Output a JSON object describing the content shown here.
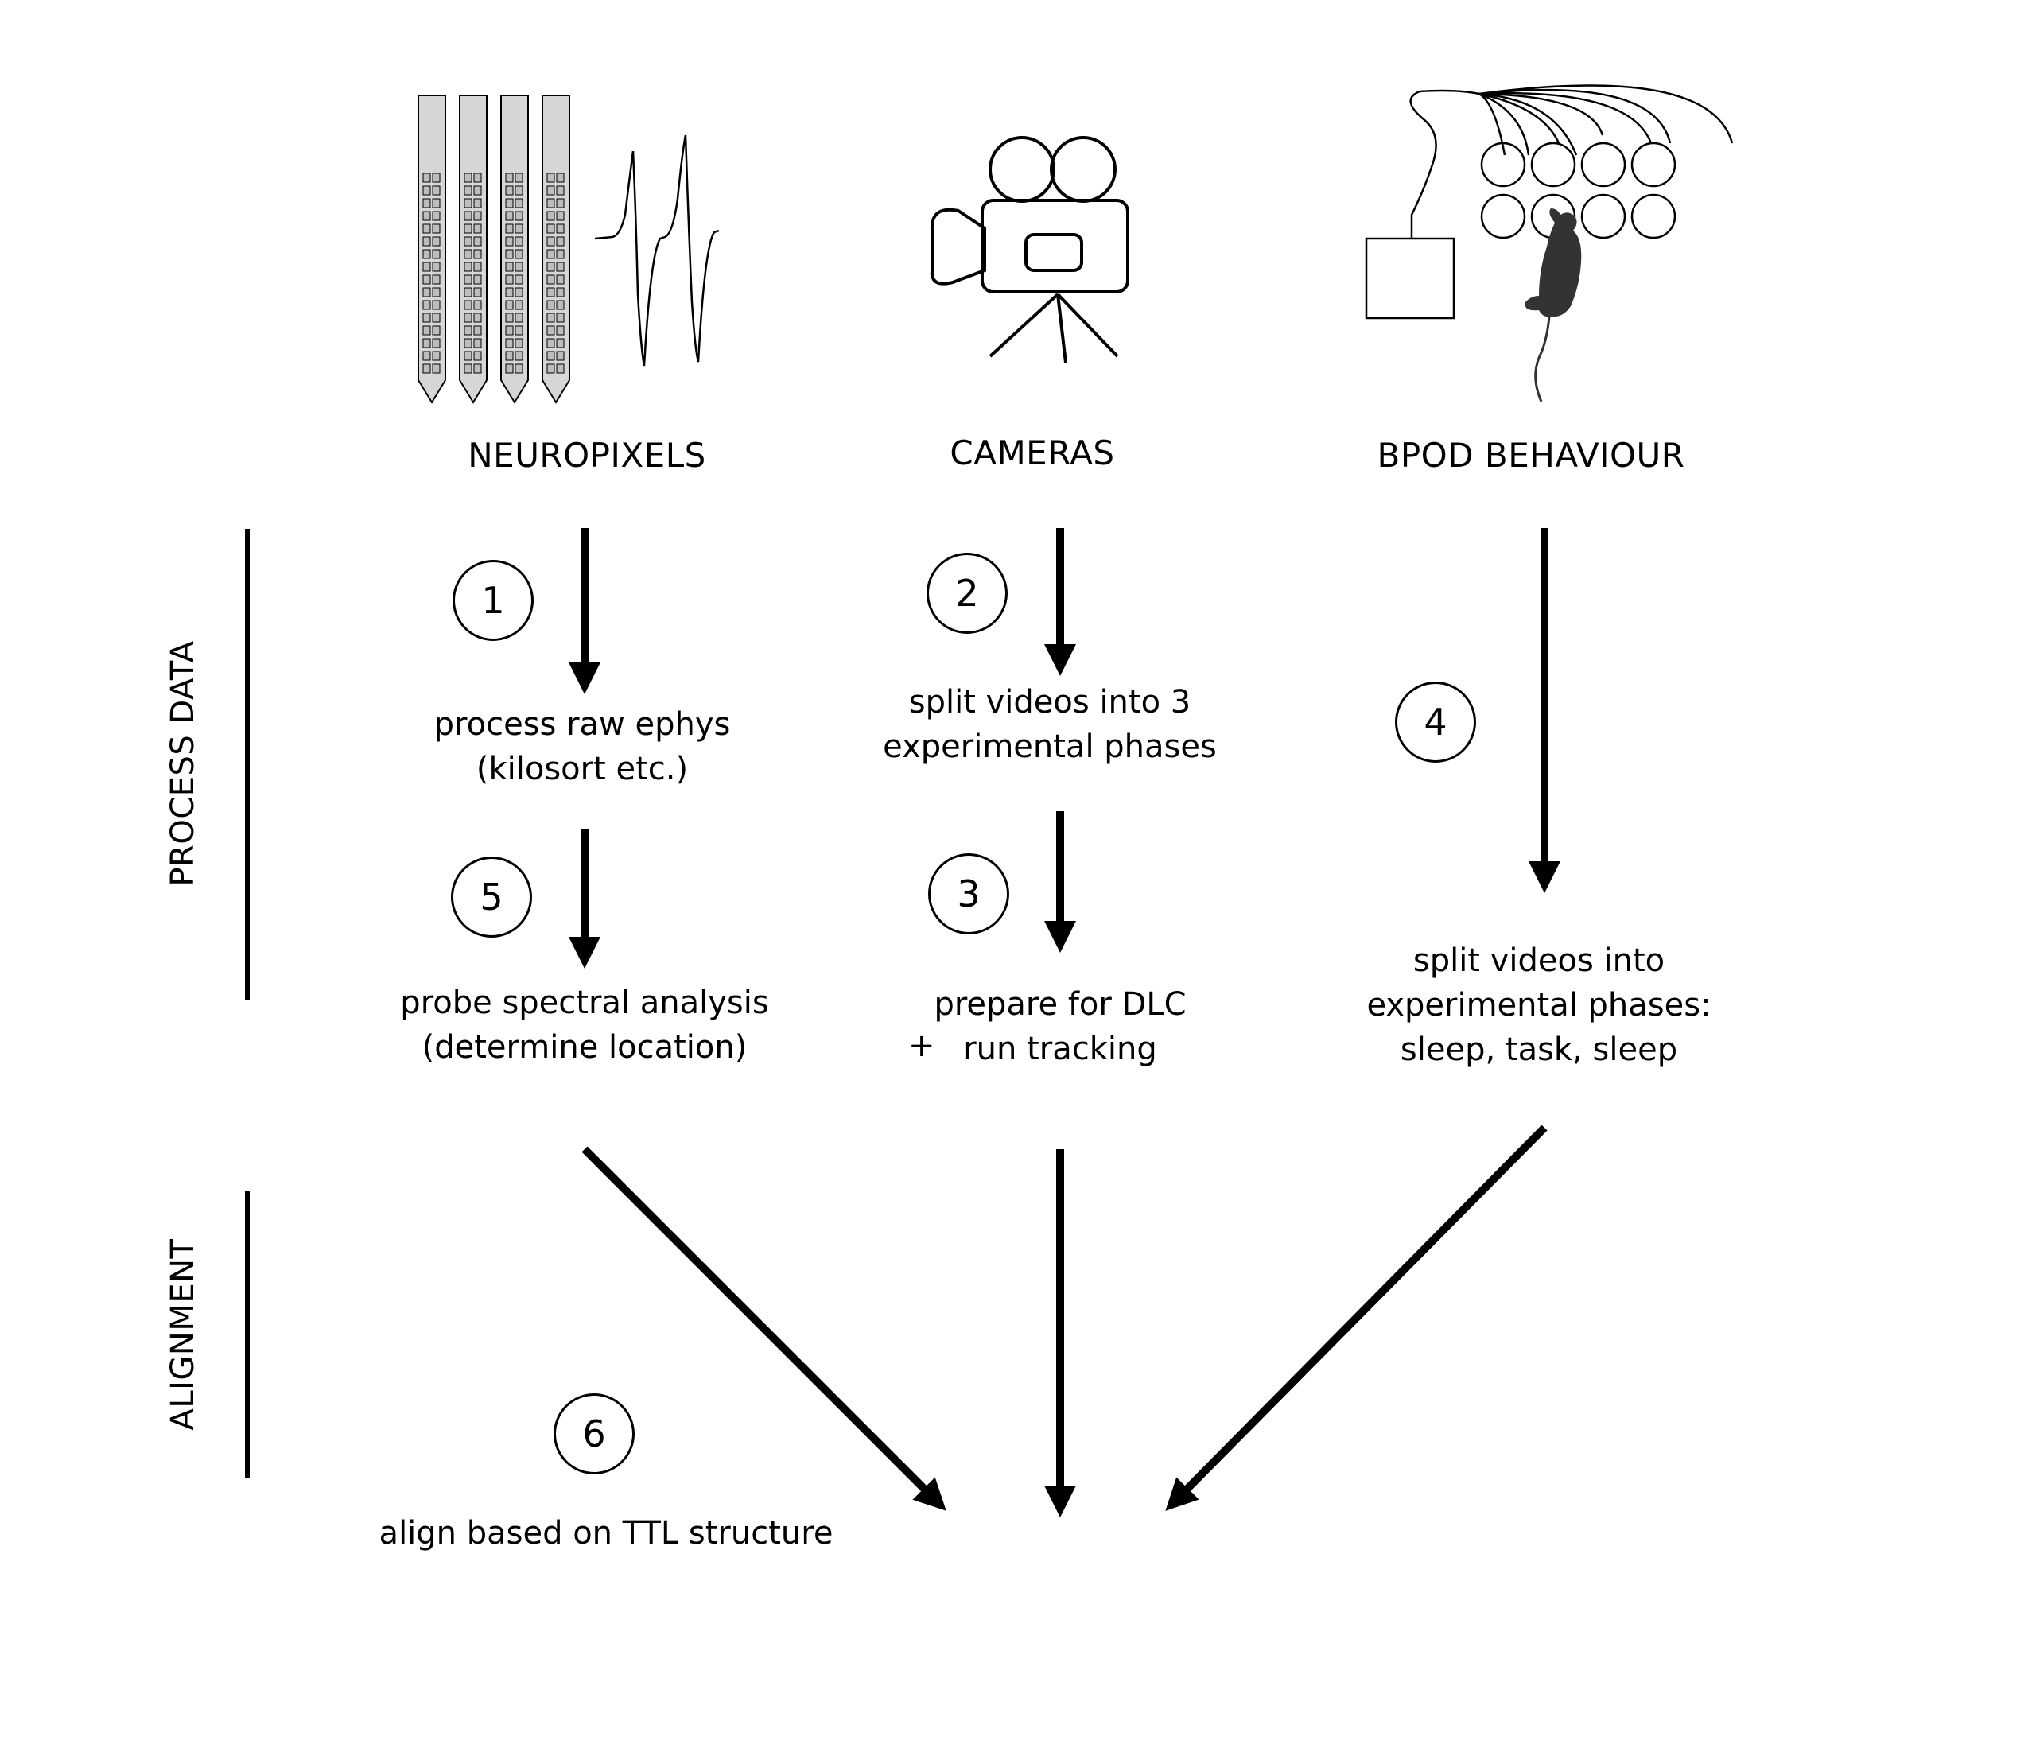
{
  "columns": {
    "neuropixels": "NEUROPIXELS",
    "cameras": "CAMERAS",
    "bpod": "BPOD BEHAVIOUR"
  },
  "phases": {
    "process": "PROCESS DATA",
    "alignment": "ALIGNMENT"
  },
  "steps": {
    "s1": {
      "number": "1",
      "line1": "process raw ephys",
      "line2": "(kilosort etc.)"
    },
    "s2": {
      "number": "2",
      "line1": "split videos into 3",
      "line2": "experimental phases"
    },
    "s3": {
      "number": "3",
      "line1": "prepare for DLC",
      "line2": "run tracking",
      "plus": "+"
    },
    "s4": {
      "number": "4",
      "line1": "split videos into",
      "line2": "experimental phases:",
      "line3": "sleep, task, sleep"
    },
    "s5": {
      "number": "5",
      "line1": "probe spectral analysis",
      "line2": "(determine location)"
    },
    "s6": {
      "number": "6",
      "line1": "align based on TTL structure"
    }
  },
  "colors": {
    "ink": "#000000",
    "probe_fill": "#d6d6d6",
    "mouse": "#333333"
  }
}
